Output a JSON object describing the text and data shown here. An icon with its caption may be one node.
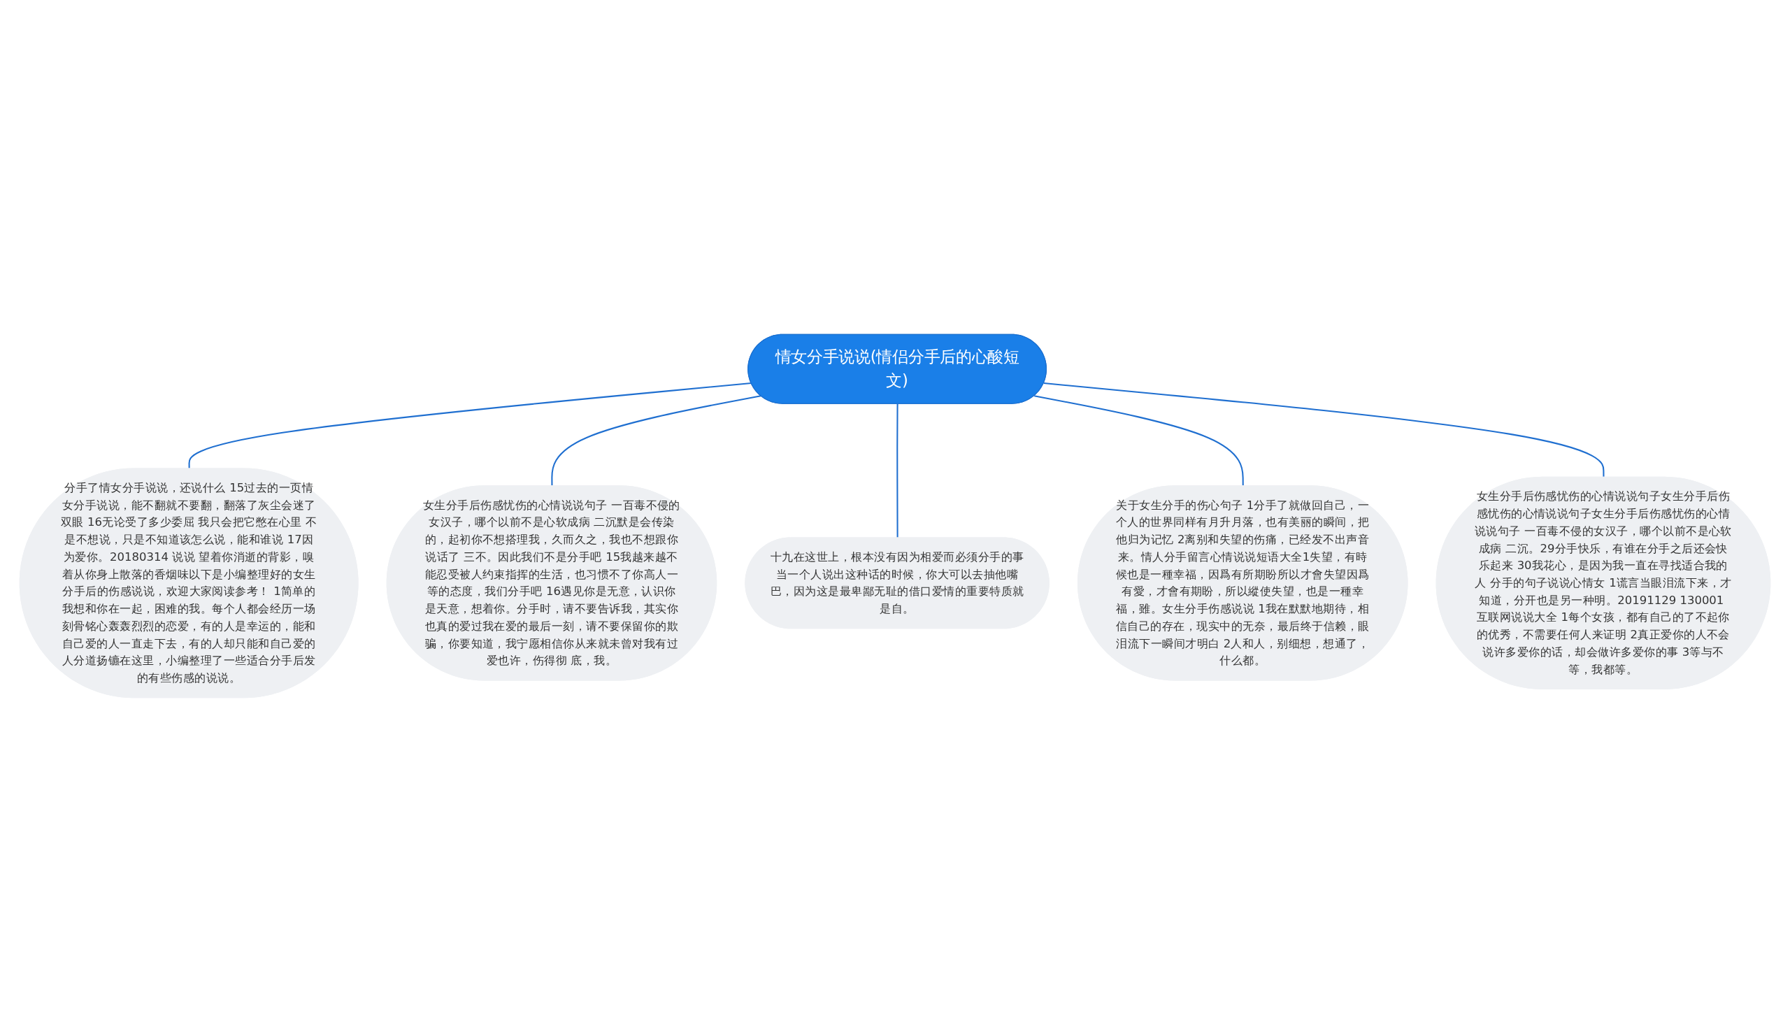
{
  "diagram": {
    "nodes": [
      {
        "text": [
          "情女分手说说(情侣分手后的心酸短文)"
        ]
      },
      {
        "text": [
          "分手了情女分手说说，还说什么 15过去的一页情女分手说说，能不翻就不要翻，翻落了灰尘会迷了双眼 16无论受了多少委屈 我只会把它憋在心里 不是不想说，只是不知道该怎么说，能和谁说 17因为爱你。20180314 说说 望着你消逝的背影，嗅着从你身上散落的香烟味以下是小编整理好的女生分手后的伤感说说，欢迎大家阅读参考！ 1简单的我想和你在一起，困难的我。每个人都会经历一场刻骨铭心轰轰烈烈的恋爱，有的人是幸运的，能和自己爱的人一直走下去，有的人却只能和自己爱的人分道扬镳在这里，小编整理了一些适合分手后发的有些伤感的说说。"
        ]
      },
      {
        "text": [
          "女生分手后伤感忧伤的心情说说句子 一百毒不侵的女汉子，哪个以前不是心软成病 二沉默是会传染的，起初你不想搭理我，久而久之，我也不想跟你说话了 三不。因此我们不是分手吧 15我越来越不能忍受被人约束指挥的生活，也习惯不了你高人一等的态度，我们分手吧 16遇见你是无意，认识你是天意，想着你。分手时，请不要告诉我，其实你也真的爱过我在爱的最后一刻，请不要保留你的欺骗，你要知道，我宁愿相信你从来就未曾对我有过爱也许，伤得彻 底，我。"
        ]
      },
      {
        "text": [
          "十九在这世上，根本没有因为相爱而必须分手的事当一个人说出这种话的时候，你大可以去抽他嘴巴，因为这是最卑鄙无耻的借口爱情的重要特质就是自。"
        ]
      },
      {
        "text": [
          "关于女生分手的伤心句子 1分手了就做回自己，一个人的世界同样有月升月落，也有美丽的瞬间，把他归为记忆 2离别和失望的伤痛，已经发不出声音来。情人分手留言心情说说短语大全1失望，有時候也是一種幸福，因爲有所期盼所以才會失望因爲有愛，才會有期盼，所以縱使失望，也是一種幸福，雖。女生分手伤感说说 1我在默默地期待，相信自己的存在，现实中的无奈，最后终于信赖，眼泪流下一瞬间才明白 2人和人，别细想，想通了，什么都。"
        ]
      },
      {
        "text": [
          "女生分手后伤感忧伤的心情说说句子女生分手后伤感忧伤的心情说说句子女生分手后伤感忧伤的心情说说句子 一百毒不侵的女汉子，哪个以前不是心软成病 二沉。29分手快乐，有谁在分手之后还会快乐起来 30我花心，是因为我一直在寻找适合我的人 分手的句子说说心情女 1谎言当眼泪流下来，才知道，分开也是另一种明。20191129 130001 互联网说说大全 1每个女孩，都有自己的了不起你的优秀，不需要任何人来证明 2真正爱你的人不会说许多爱你的话，却会做许多爱你的事 3等与不等，我都等。"
        ]
      }
    ],
    "edges": [
      {
        "from": 0,
        "to": 1,
        "arrow": "none"
      },
      {
        "from": 0,
        "to": 2,
        "arrow": "none"
      },
      {
        "from": 0,
        "to": 3,
        "arrow": "none"
      },
      {
        "from": 0,
        "to": 4,
        "arrow": "none"
      },
      {
        "from": 0,
        "to": 5,
        "arrow": "none"
      }
    ]
  }
}
